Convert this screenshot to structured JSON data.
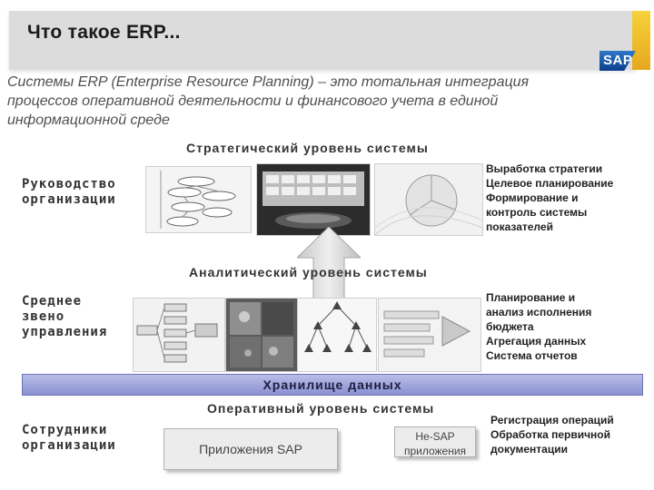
{
  "header": {
    "title": "Что такое ERP...",
    "logo_text": "SAP"
  },
  "intro": {
    "line1": "Системы ERP (Enterprise Resource Planning) – это тотальная интеграция",
    "line2": "процессов оперативной деятельности и финансового учета в единой",
    "line3": "информационной среде"
  },
  "strategic": {
    "title": "Стратегический уровень системы",
    "left_label": [
      "Руководство",
      "организации"
    ],
    "right_items": [
      "Выработка стратегии",
      "Целевое планирование",
      "Формирование и",
      "контроль  системы",
      "показателей"
    ]
  },
  "analytical": {
    "title": "Аналитический уровень системы",
    "left_label": [
      "Среднее",
      "звено",
      "управления"
    ],
    "right_items": [
      "Планирование и",
      "анализ исполнения",
      "бюджета",
      "Агрегация данных",
      "Система отчетов"
    ]
  },
  "warehouse": {
    "label": "Хранилище данных"
  },
  "operational": {
    "title": "Оперативный уровень системы",
    "left_label": [
      "Сотрудники",
      "организации"
    ],
    "sap_apps": "Приложения SAP",
    "non_sap": [
      "Не-SAP",
      "приложения"
    ],
    "right_items": [
      "Регистрация операций",
      "Обработка первичной",
      "документации"
    ]
  },
  "colors": {
    "accent": "#e6a81e",
    "warehouse": "#8a91d2",
    "sap_blue": "#0b3f8d"
  }
}
